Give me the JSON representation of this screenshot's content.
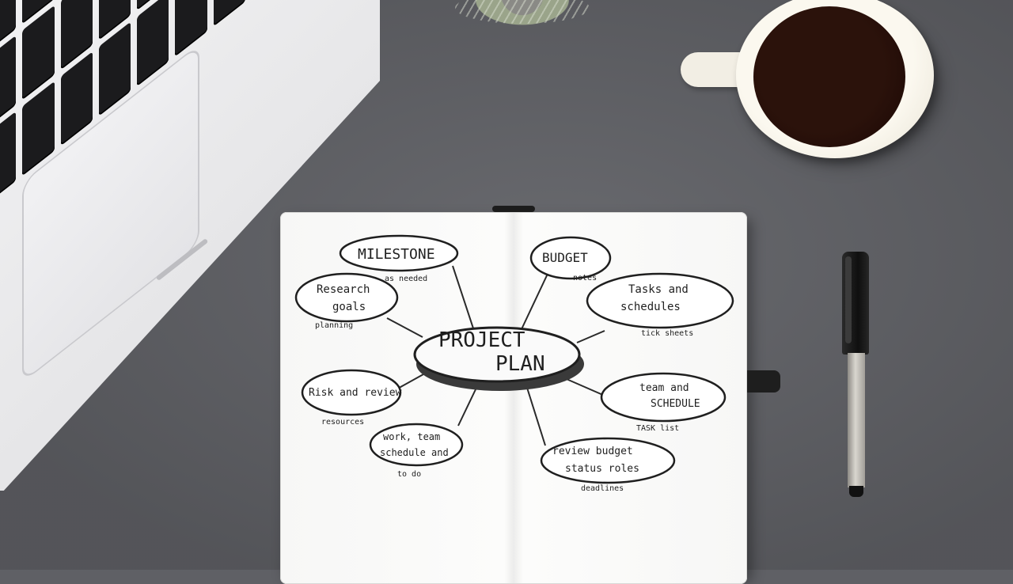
{
  "scene": {
    "description_colors": {
      "desk": "#5f6065",
      "paper": "#f7f7f6",
      "ink": "#1f1f1f",
      "coffee": "#2b120b"
    }
  },
  "mindmap": {
    "center": {
      "line1": "PROJECT",
      "line2": "PLAN"
    },
    "nodes": [
      {
        "label1": "MILESTONE",
        "label2": "",
        "note": "as needed"
      },
      {
        "label1": "BUDGET",
        "label2": "",
        "note": "notes"
      },
      {
        "label1": "Research",
        "label2": "goals",
        "note": "planning"
      },
      {
        "label1": "Tasks and",
        "label2": "schedules",
        "note": "tick sheets"
      },
      {
        "label1": "Risk and review",
        "label2": "",
        "note": "resources"
      },
      {
        "label1": "team and",
        "label2": "SCHEDULE",
        "note": "TASK list"
      },
      {
        "label1": "work, team",
        "label2": "schedule and",
        "note": "to do"
      },
      {
        "label1": "review budget",
        "label2": "status roles",
        "note": "deadlines"
      }
    ]
  }
}
